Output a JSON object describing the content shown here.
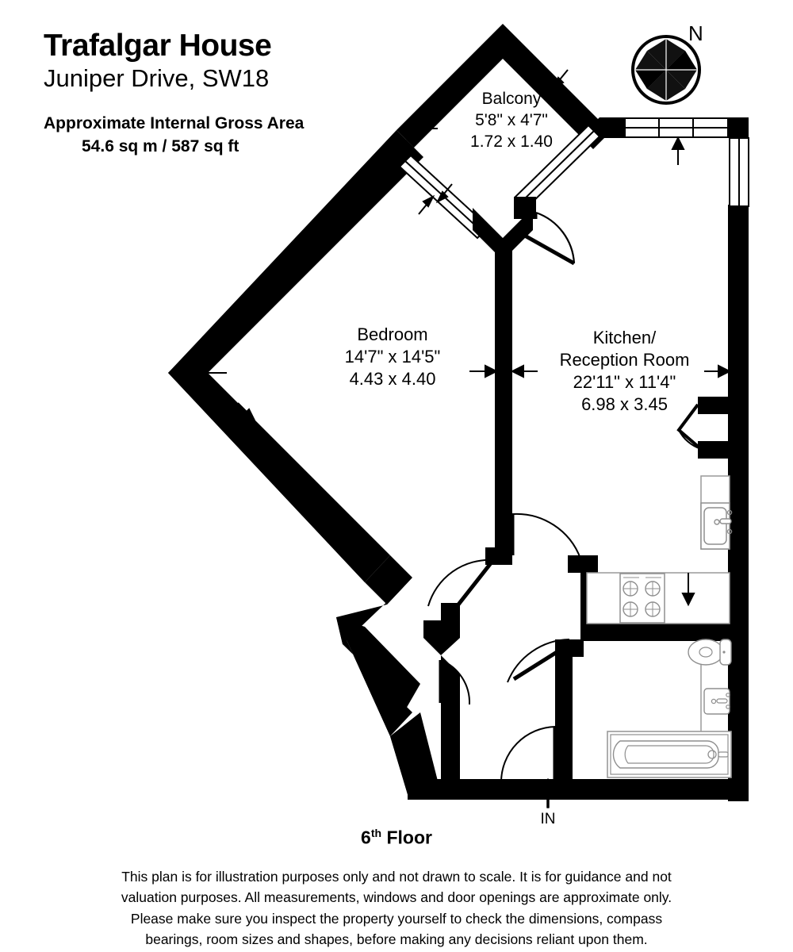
{
  "header": {
    "property_name": "Trafalgar House",
    "address": "Juniper Drive, SW18",
    "area_label": "Approximate Internal Gross Area",
    "area_value": "54.6 sq m / 587 sq ft"
  },
  "compass": {
    "north_label": "N",
    "icon": "compass-star-icon"
  },
  "rooms": [
    {
      "key": "balcony",
      "name": "Balcony",
      "imperial": "5'8\" x 4'7\"",
      "metric": "1.72 x 1.40"
    },
    {
      "key": "bedroom",
      "name": "Bedroom",
      "imperial": "14'7\" x 14'5\"",
      "metric": "4.43 x 4.40"
    },
    {
      "key": "kitchen",
      "name_line1": "Kitchen/",
      "name_line2": "Reception Room",
      "imperial": "22'11\" x 11'4\"",
      "metric": "6.98 x 3.45"
    }
  ],
  "entry": {
    "label": "IN",
    "icon": "up-arrow-icon"
  },
  "floor": {
    "number": "6",
    "ordinal": "th",
    "word": "Floor"
  },
  "disclaimer": {
    "line1": "This plan is for illustration purposes only and not drawn to scale. It is for guidance and not",
    "line2": "valuation purposes. All measurements, windows and door openings are approximate only.",
    "line3": "Please make sure you inspect the property yourself to check the dimensions, compass",
    "line4": "bearings, room sizes and shapes, before making any decisions reliant upon them."
  },
  "fixtures": {
    "sink": "kitchen-sink-icon",
    "hob": "kitchen-hob-icon",
    "toilet": "toilet-icon",
    "basin": "wash-basin-icon",
    "bath": "bathtub-icon"
  },
  "colors": {
    "wall": "#000000",
    "background": "#ffffff",
    "fixture_outline": "#8f8f8f",
    "window_frame": "#000000"
  }
}
